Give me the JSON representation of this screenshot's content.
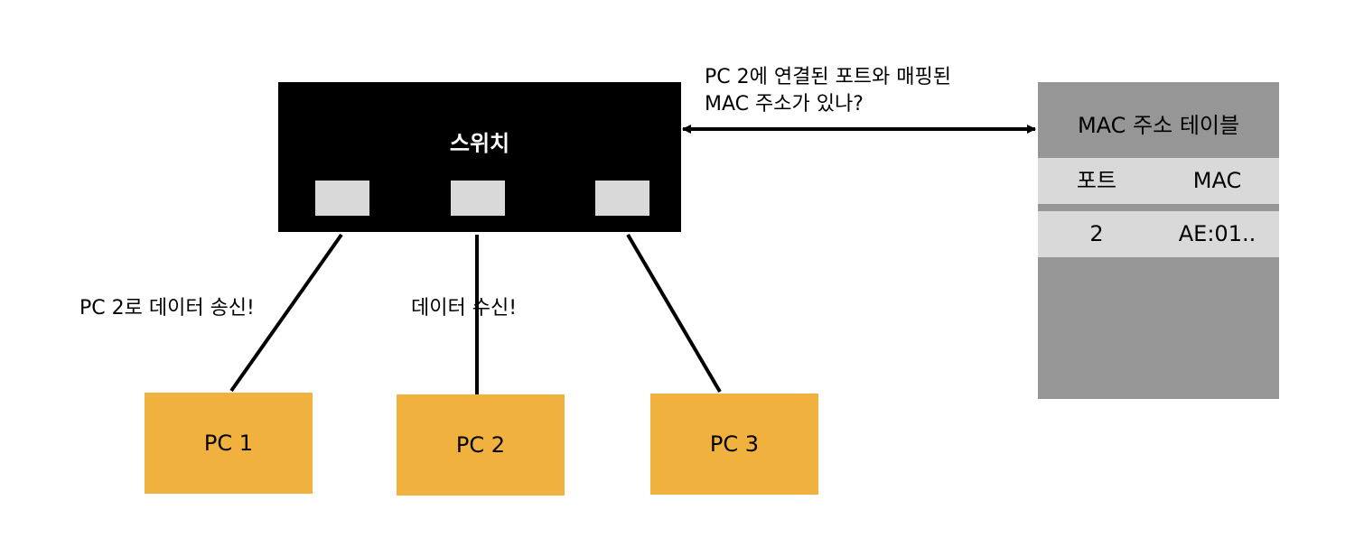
{
  "switch": {
    "title": "스위치"
  },
  "pcs": [
    {
      "label": "PC 1"
    },
    {
      "label": "PC 2"
    },
    {
      "label": "PC 3"
    }
  ],
  "annotations": {
    "send": "PC 2로 데이터 송신!",
    "receive": "데이터 수신!",
    "question_line1": "PC 2에 연결된 포트와 매핑된",
    "question_line2": "MAC 주소가 있나?"
  },
  "mac_table": {
    "title": "MAC 주소 테이블",
    "headers": {
      "port": "포트",
      "mac": "MAC"
    },
    "rows": [
      {
        "port": "2",
        "mac": "AE:01.."
      }
    ]
  },
  "colors": {
    "switch": "#000000",
    "port": "#d9d9d9",
    "pc": "#f0b13e",
    "table_bg": "#969696",
    "table_row": "#d9d9d9"
  }
}
